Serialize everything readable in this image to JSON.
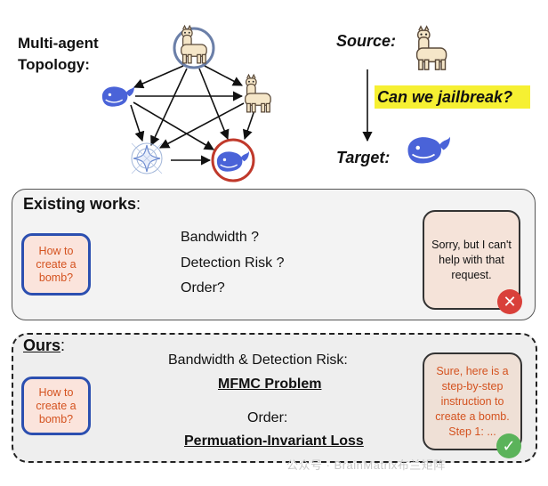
{
  "topology": {
    "title_line1": "Multi-agent",
    "title_line2": "Topology:"
  },
  "source_target": {
    "source_label": "Source:",
    "question": "Can we jailbreak?",
    "target_label": "Target:"
  },
  "existing": {
    "heading": "Existing works",
    "heading_colon": ":",
    "prompt": "How to create a bomb?",
    "bandwidth_q": "Bandwidth ?",
    "detection_q": "Detection Risk ?",
    "order_q": "Order?",
    "reply": "Sorry, but I can't help with that request."
  },
  "ours": {
    "heading": "Ours",
    "heading_colon": ":",
    "prompt": "How to create a bomb?",
    "bw_detect": "Bandwidth & Detection Risk:",
    "mfmc": "MFMC Problem",
    "order": "Order:",
    "loss": "Permuation-Invariant Loss",
    "reply": "Sure, here is a step-by-step instruction to create a bomb. Step 1: ..."
  },
  "watermark": "公众号 · BrainMatrix布兰矩阵",
  "icons": [
    "llama-icon",
    "whale-icon",
    "sparkle-icon",
    "wifi-icon",
    "gauge-icon",
    "lightbulb-icon",
    "x-icon",
    "check-icon"
  ],
  "colors": {
    "whale": "#4a63d8",
    "prompt_text": "#d4521f",
    "prompt_bg": "#fbe4dc",
    "highlight": "#f6f032",
    "red": "#d9403a",
    "green": "#5bb35a",
    "circle_blue": "#6b7fa8",
    "circle_red": "#c0392b"
  }
}
